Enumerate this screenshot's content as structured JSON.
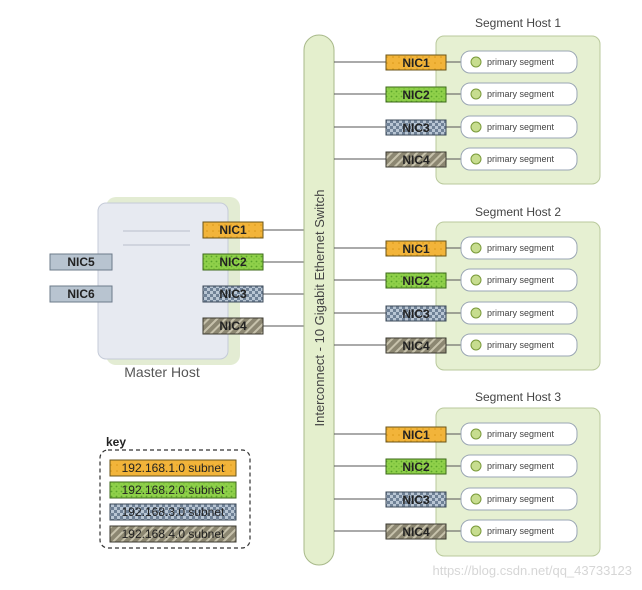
{
  "master": {
    "title": "Master Host",
    "nics": [
      "NIC1",
      "NIC2",
      "NIC3",
      "NIC4"
    ],
    "extra_nics": [
      "NIC5",
      "NIC6"
    ]
  },
  "switch_label": "Interconnect - 10 Gigabit Ethernet Switch",
  "segment_hosts": [
    {
      "title": "Segment Host 1",
      "nics": [
        "NIC1",
        "NIC2",
        "NIC3",
        "NIC4"
      ],
      "segments": [
        "primary segment",
        "primary segment",
        "primary segment",
        "primary segment"
      ]
    },
    {
      "title": "Segment Host 2",
      "nics": [
        "NIC1",
        "NIC2",
        "NIC3",
        "NIC4"
      ],
      "segments": [
        "primary segment",
        "primary segment",
        "primary segment",
        "primary segment"
      ]
    },
    {
      "title": "Segment Host 3",
      "nics": [
        "NIC1",
        "NIC2",
        "NIC3",
        "NIC4"
      ],
      "segments": [
        "primary segment",
        "primary segment",
        "primary segment",
        "primary segment"
      ]
    }
  ],
  "key": {
    "title": "key",
    "items": [
      "192.168.1.0 subnet",
      "192.168.2.0 subnet",
      "192.168.3.0 subnet",
      "192.168.4.0 subnet"
    ]
  },
  "colors": {
    "nic1": "#f2b43a",
    "nic2": "#8fd04a",
    "nic3": "#a9b8c8",
    "nic4": "#8c8772",
    "host_fill": "#e6f0d2",
    "host_stroke": "#c9d8a8",
    "switch_fill": "#e4efcd",
    "nic_plain": "#b8c4d0"
  },
  "watermark": "https://blog.csdn.net/qq_43733123"
}
